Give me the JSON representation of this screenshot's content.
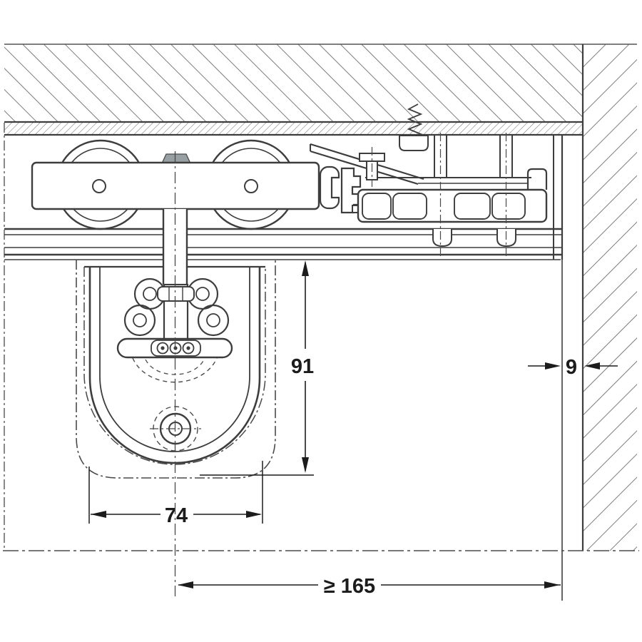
{
  "drawing": {
    "labels": {
      "dim_door_height": "91",
      "dim_bracket_width": "74",
      "dim_min_clearance": "≥ 165",
      "dim_wall_gap": "9"
    },
    "colors": {
      "line": "#3d3d3d",
      "hatch": "#6a6a6a",
      "dim_text": "#1c1c1c",
      "tab_fill": "#99a0a3",
      "background": "#ffffff"
    }
  }
}
